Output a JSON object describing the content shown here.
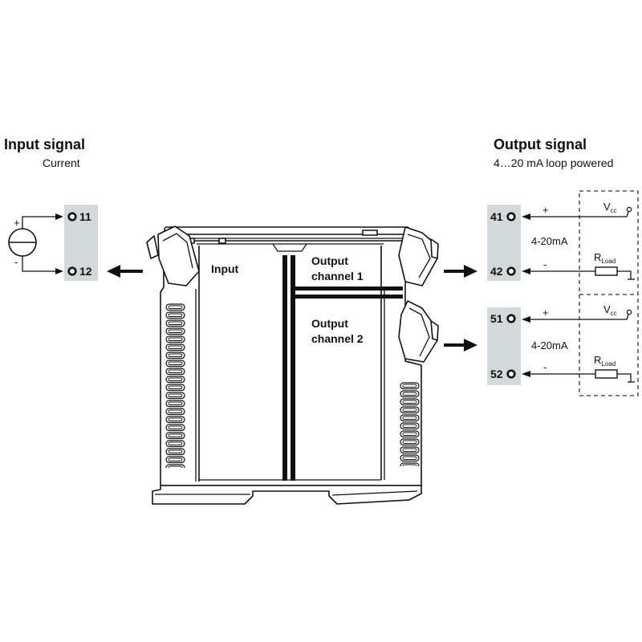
{
  "input": {
    "title": "Input signal",
    "subtitle": "Current",
    "terminals": [
      "11",
      "12"
    ],
    "source": {
      "plus": "+",
      "minus": "-"
    }
  },
  "device": {
    "input_label": "Input",
    "channel1_label": [
      "Output",
      "channel 1"
    ],
    "channel2_label": [
      "Output",
      "channel 2"
    ]
  },
  "output": {
    "title": "Output signal",
    "subtitle": "4…20 mA loop powered",
    "channels": [
      {
        "terminals": [
          "41",
          "42"
        ],
        "current": "4-20mA",
        "plus": "+",
        "minus": "-",
        "supply": {
          "symbol": "V",
          "sub": "cc"
        },
        "load": {
          "symbol": "R",
          "sub": "Load"
        }
      },
      {
        "terminals": [
          "51",
          "52"
        ],
        "current": "4-20mA",
        "plus": "+",
        "minus": "-",
        "supply": {
          "symbol": "V",
          "sub": "cc"
        },
        "load": {
          "symbol": "R",
          "sub": "Load"
        }
      }
    ]
  }
}
